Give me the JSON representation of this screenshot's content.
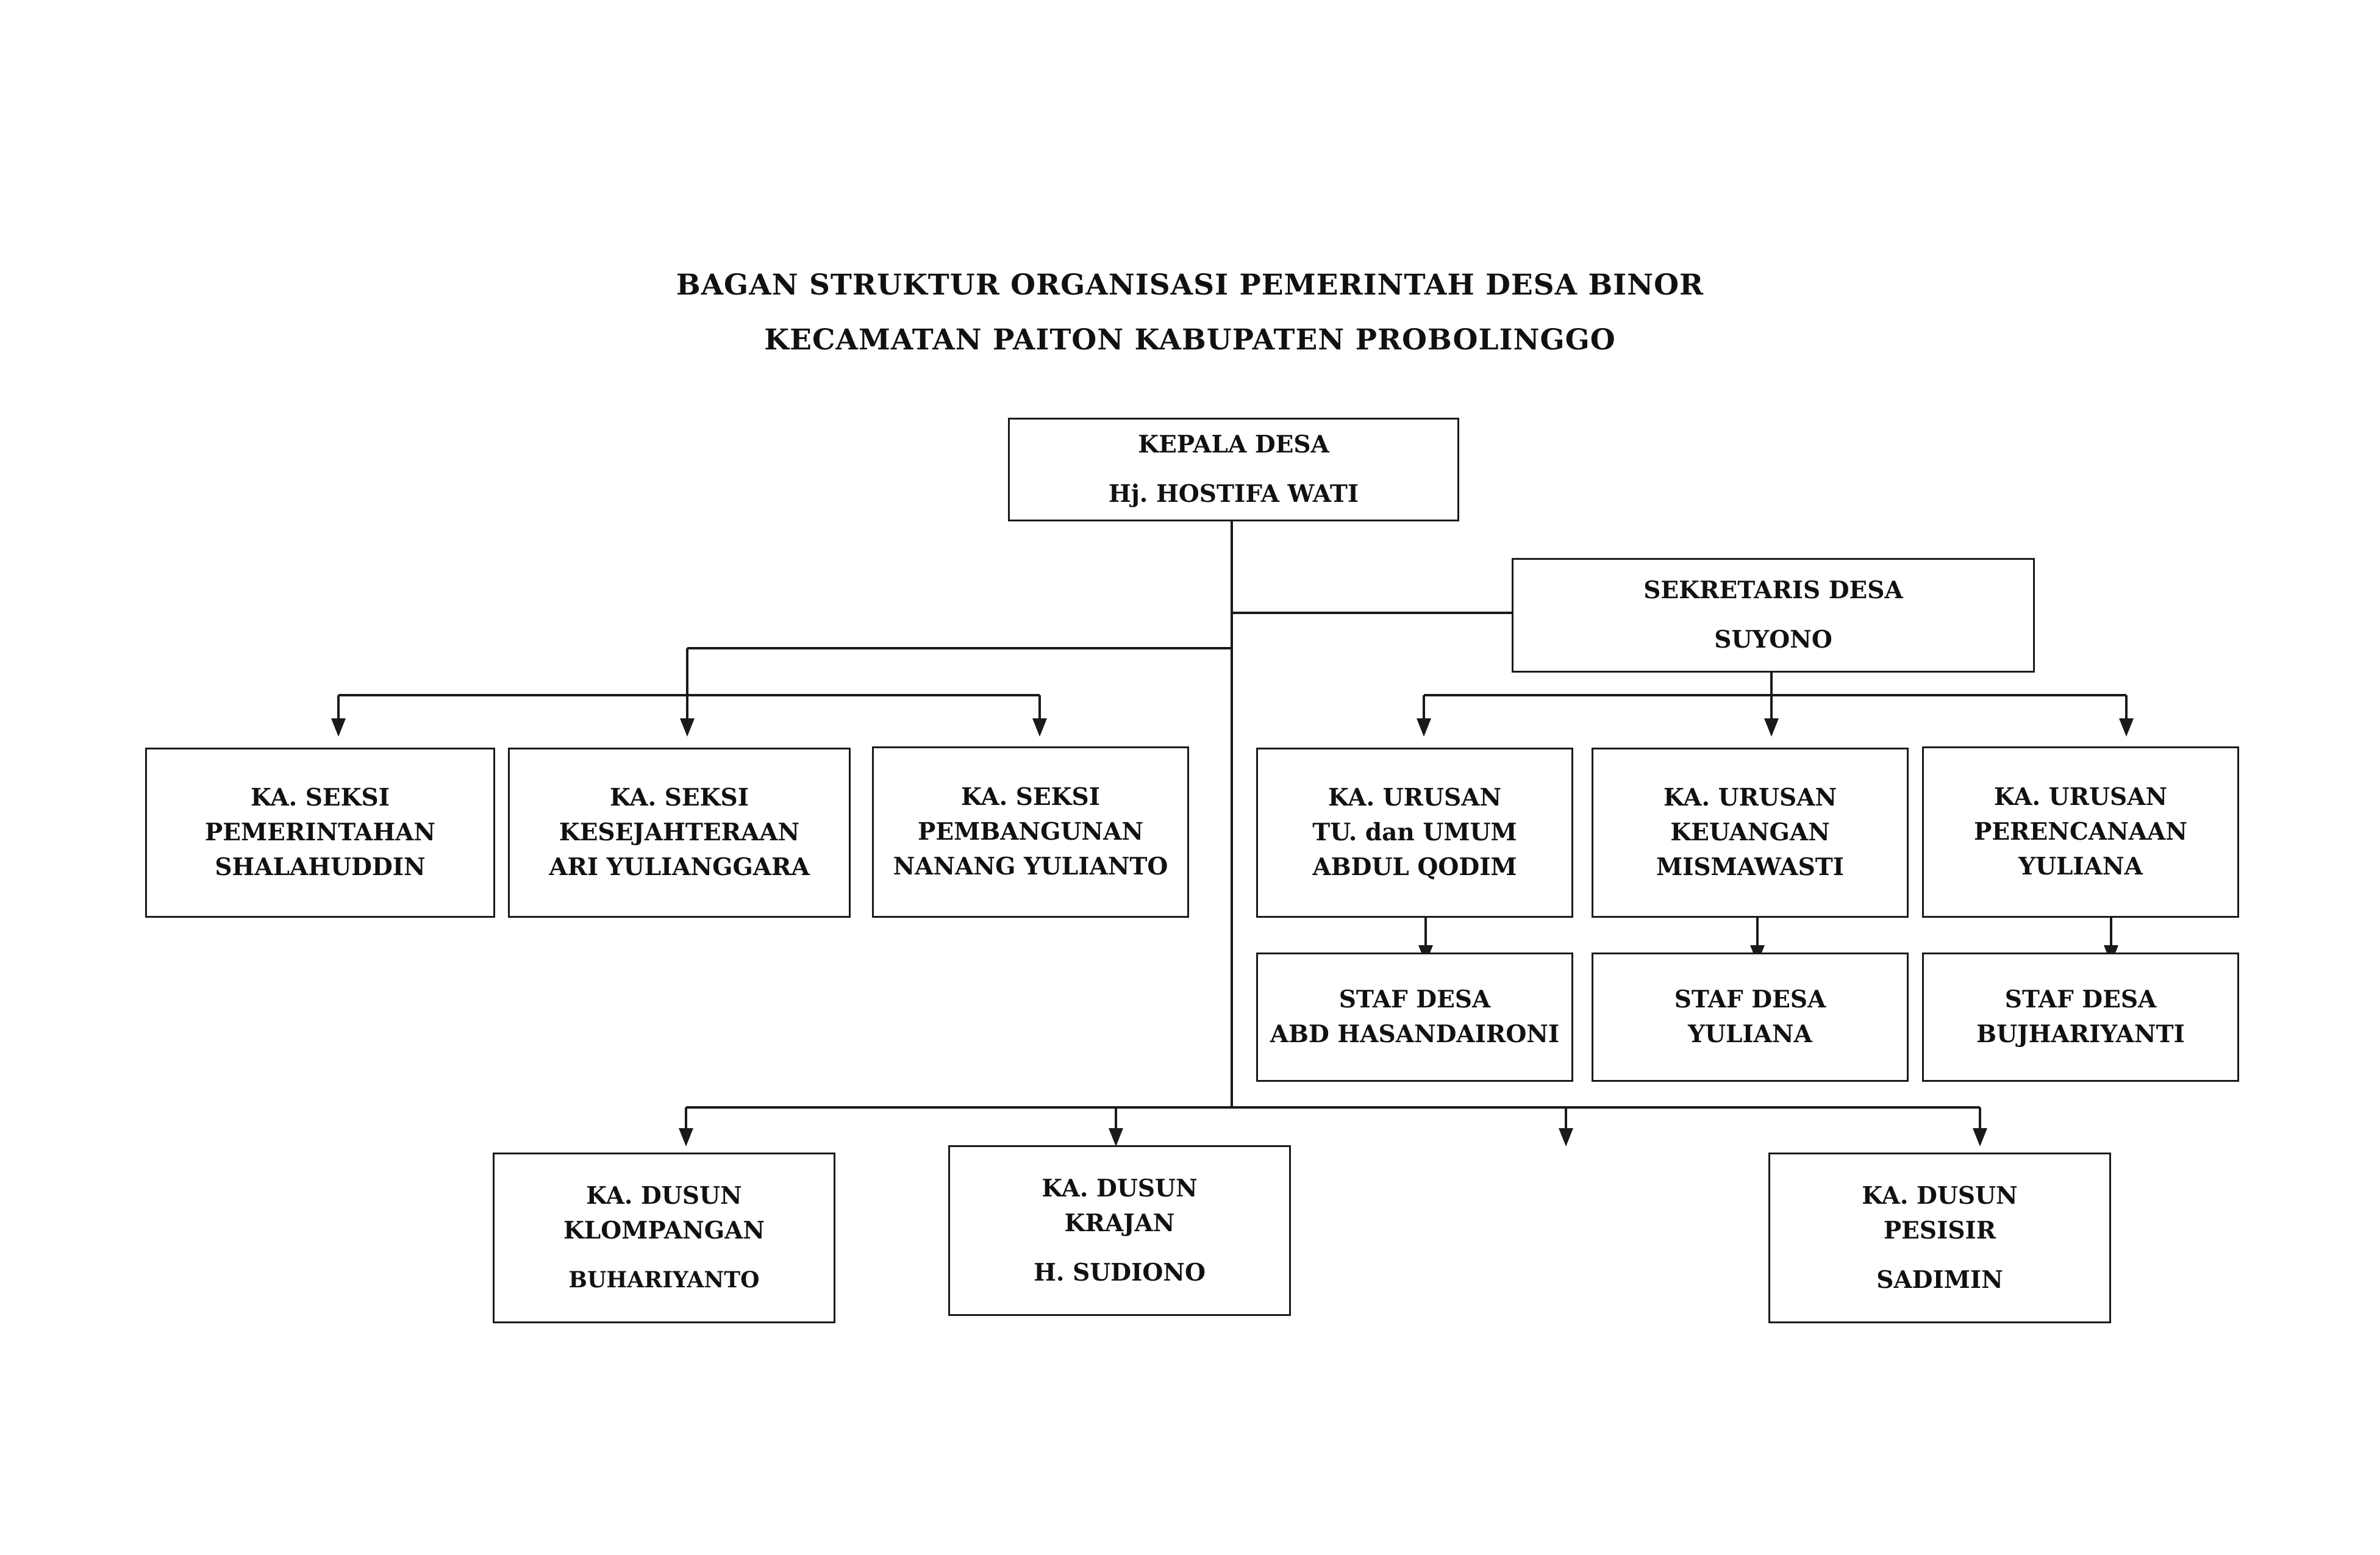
{
  "title": {
    "line1": "BAGAN STRUKTUR ORGANISASI PEMERINTAH DESA BINOR",
    "line2": "KECAMATAN PAITON KABUPATEN PROBOLINGGO"
  },
  "head": {
    "role": "KEPALA DESA",
    "name": "Hj. HOSTIFA WATI"
  },
  "secretary": {
    "role": "SEKRETARIS DESA",
    "name": "SUYONO"
  },
  "sections": [
    {
      "line1": "KA. SEKSI",
      "line2": "PEMERINTAHAN",
      "name": "SHALAHUDDIN"
    },
    {
      "line1": "KA. SEKSI",
      "line2": "KESEJAHTERAAN",
      "name": "ARI YULIANGGARA"
    },
    {
      "line1": "KA. SEKSI",
      "line2": "PEMBANGUNAN",
      "name": "NANANG YULIANTO"
    }
  ],
  "affairs": [
    {
      "line1": "KA. URUSAN",
      "line2": "TU. dan UMUM",
      "name": "ABDUL QODIM"
    },
    {
      "line1": "KA. URUSAN",
      "line2": "KEUANGAN",
      "name": "MISMAWASTI"
    },
    {
      "line1": "KA. URUSAN",
      "line2": "PERENCANAAN",
      "name": "YULIANA"
    }
  ],
  "staff": [
    {
      "role": "STAF DESA",
      "name": "ABD HASANDAIRONI"
    },
    {
      "role": "STAF DESA",
      "name": "YULIANA"
    },
    {
      "role": "STAF DESA",
      "name": "BUJHARIYANTI"
    }
  ],
  "hamlets": [
    {
      "line1": "KA. DUSUN",
      "line2": "KLOMPANGAN",
      "name": "BUHARIYANTO"
    },
    {
      "line1": "KA. DUSUN",
      "line2": "KRAJAN",
      "name": "H. SUDIONO"
    },
    {
      "line1": "KA. DUSUN",
      "line2": "PESISIR",
      "name": "SADIMIN"
    }
  ]
}
